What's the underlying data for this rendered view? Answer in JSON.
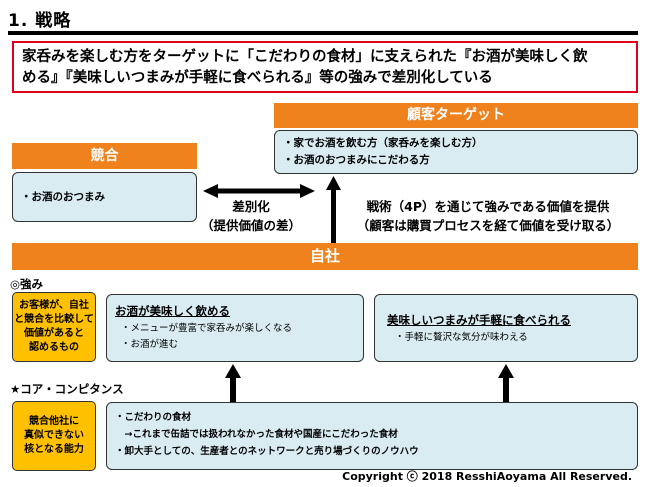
{
  "title": "1. 戦略",
  "statement": {
    "line1": "家呑みを楽しむ方をターゲットに「こだわりの食材」に支えられた『お酒が美味しく飲",
    "line2": "める』『美味しいつまみが手軽に食べられる』等の強みで差別化している"
  },
  "target": {
    "header": "顧客ターゲット",
    "items": [
      "・家でお酒を飲む方（家呑みを楽しむ方）",
      "・お酒のおつまみにこだわる方"
    ]
  },
  "competition": {
    "header": "競合",
    "item": "・お酒のおつまみ"
  },
  "differentiation": {
    "line1": "差別化",
    "line2": "（提供価値の差）"
  },
  "strategy_text": {
    "line1": "戦術（4P）を通じて強みである価値を提供",
    "line2": "（顧客は購買プロセスを経て価値を受け取る）"
  },
  "company": {
    "header": "自社"
  },
  "strengths": {
    "label": "◎強み",
    "note": [
      "お客様が、自社",
      "と競合を比較して",
      "価値があると",
      "認めるもの"
    ],
    "box1": {
      "heading": "お酒が美味しく飲める",
      "items": [
        "・メニューが豊富で家呑みが楽しくなる",
        "・お酒が進む"
      ]
    },
    "box2": {
      "heading": "美味しいつまみが手軽に食べられる",
      "items": [
        "・手軽に贅沢な気分が味わえる"
      ]
    }
  },
  "core": {
    "label": "★コア・コンピタンス",
    "note": [
      "競合他社に",
      "真似できない",
      "核となる能力"
    ],
    "items": [
      "・こだわりの食材",
      "　→これまで缶詰では扱われなかった食材や国産にこだわった食材",
      "・卸大手としての、生産者とのネットワークと売り場づくりのノウハウ"
    ]
  },
  "copyright": "Copyright ⓒ 2018 ResshiAoyama All  Reserved."
}
